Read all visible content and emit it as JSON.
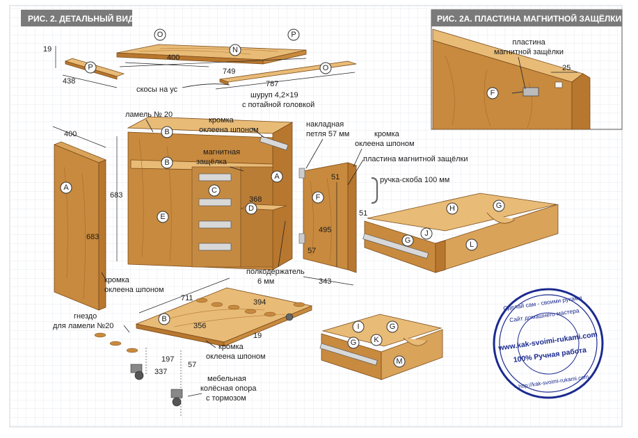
{
  "figure_main": {
    "title": "РИС. 2. ДЕТАЛЬНЫЙ ВИД"
  },
  "figure_inset": {
    "title": "РИС. 2А. ПЛАСТИНА МАГНИТНОЙ ЗАЩЁЛКИ",
    "label": "пластина магнитной защёлки",
    "dim_25": "25",
    "callout_F": "F"
  },
  "callouts": {
    "O": "O",
    "P": "P",
    "N": "N",
    "A": "A",
    "B": "B",
    "C": "C",
    "D": "D",
    "E": "E",
    "F": "F",
    "G": "G",
    "H": "H",
    "I": "I",
    "J": "J",
    "K": "K",
    "L": "L",
    "M": "M"
  },
  "dims": {
    "d19": "19",
    "d400_top": "400",
    "d438": "438",
    "d749": "749",
    "d787": "787",
    "d400_side": "400",
    "d683_a": "683",
    "d683_b": "683",
    "d368": "368",
    "d51_a": "51",
    "d51_b": "51",
    "d495": "495",
    "d57_door": "57",
    "d343": "343",
    "d711": "711",
    "d394": "394",
    "d356": "356",
    "d19_bot": "19",
    "d197": "197",
    "d57_bot": "57",
    "d337": "337"
  },
  "labels": {
    "bevel": "скосы на ус",
    "screw_1": "шуруп 4,2×19",
    "screw_2": "с потайной головкой",
    "biscuit": "ламель № 20",
    "veneer_top_1": "кромка",
    "veneer_top_2": "оклеена шпоном",
    "magnetic_1": "магнитная",
    "magnetic_2": "защёлка",
    "hinge_1": "накладная",
    "hinge_2": "петля 57 мм",
    "edge_door_1": "кромка",
    "edge_door_2": "оклеена шпоном",
    "catch_plate": "пластина магнитной защёлки",
    "handle": "ручка-скоба 100 мм",
    "shelf_pin_1": "полкодержатель",
    "shelf_pin_2": "6 мм",
    "edge_left_1": "кромка",
    "edge_left_2": "оклеена шпоном",
    "slot_1": "гнездо",
    "slot_2": "для ламели №20",
    "edge_bottom_1": "кромка",
    "edge_bottom_2": "оклеена шпоном",
    "caster_1": "мебельная",
    "caster_2": "колёсная опора",
    "caster_3": "с тормозом"
  },
  "stamp": {
    "ring_text": "Сделай сам - своими руками • Сайт домашнего мастера •",
    "line1": "Сделай сам - своими руками",
    "line2": "Сайт домашнего мастера",
    "url": "www.kak-svoimi-rukami.com",
    "work": "100% Ручная работа",
    "url_small": "http://kak-svoimi-rukami.com"
  },
  "colors": {
    "tag": "#7a7a7a",
    "wood": "#d9a35a",
    "grid": "#dfe3ea",
    "stamp": "#1b2a8f"
  }
}
